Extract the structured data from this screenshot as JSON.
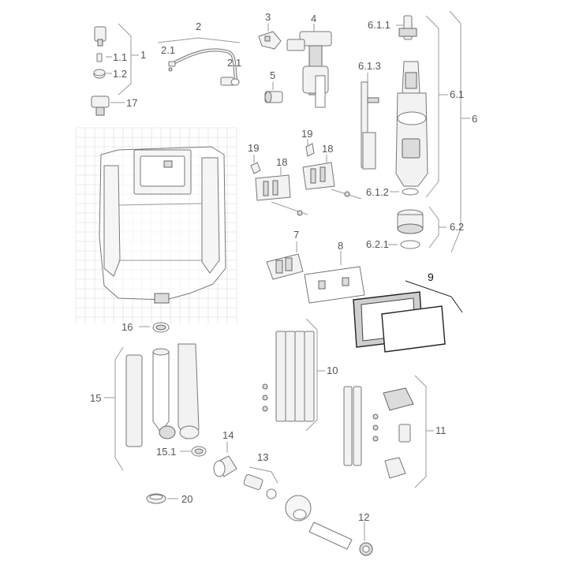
{
  "colors": {
    "line": "#777777",
    "label": "#555555",
    "highlight": "#111111",
    "grid": "#e4e4e4"
  },
  "labels": {
    "l1": "1",
    "l1_1": "1.1",
    "l1_2": "1.2",
    "l2": "2",
    "l2_1a": "2.1",
    "l2_1b": "2.1",
    "l3": "3",
    "l4": "4",
    "l5": "5",
    "l6": "6",
    "l6_1": "6.1",
    "l6_1_1": "6.1.1",
    "l6_1_2": "6.1.2",
    "l6_1_3": "6.1.3",
    "l6_2": "6.2",
    "l6_2_1": "6.2.1",
    "l7": "7",
    "l8": "8",
    "l9": "9",
    "l10": "10",
    "l11": "11",
    "l12": "12",
    "l13": "13",
    "l14": "14",
    "l15": "15",
    "l15_1": "15.1",
    "l16": "16",
    "l17": "17",
    "l18a": "18",
    "l18b": "18",
    "l19a": "19",
    "l19b": "19",
    "l20": "20"
  }
}
